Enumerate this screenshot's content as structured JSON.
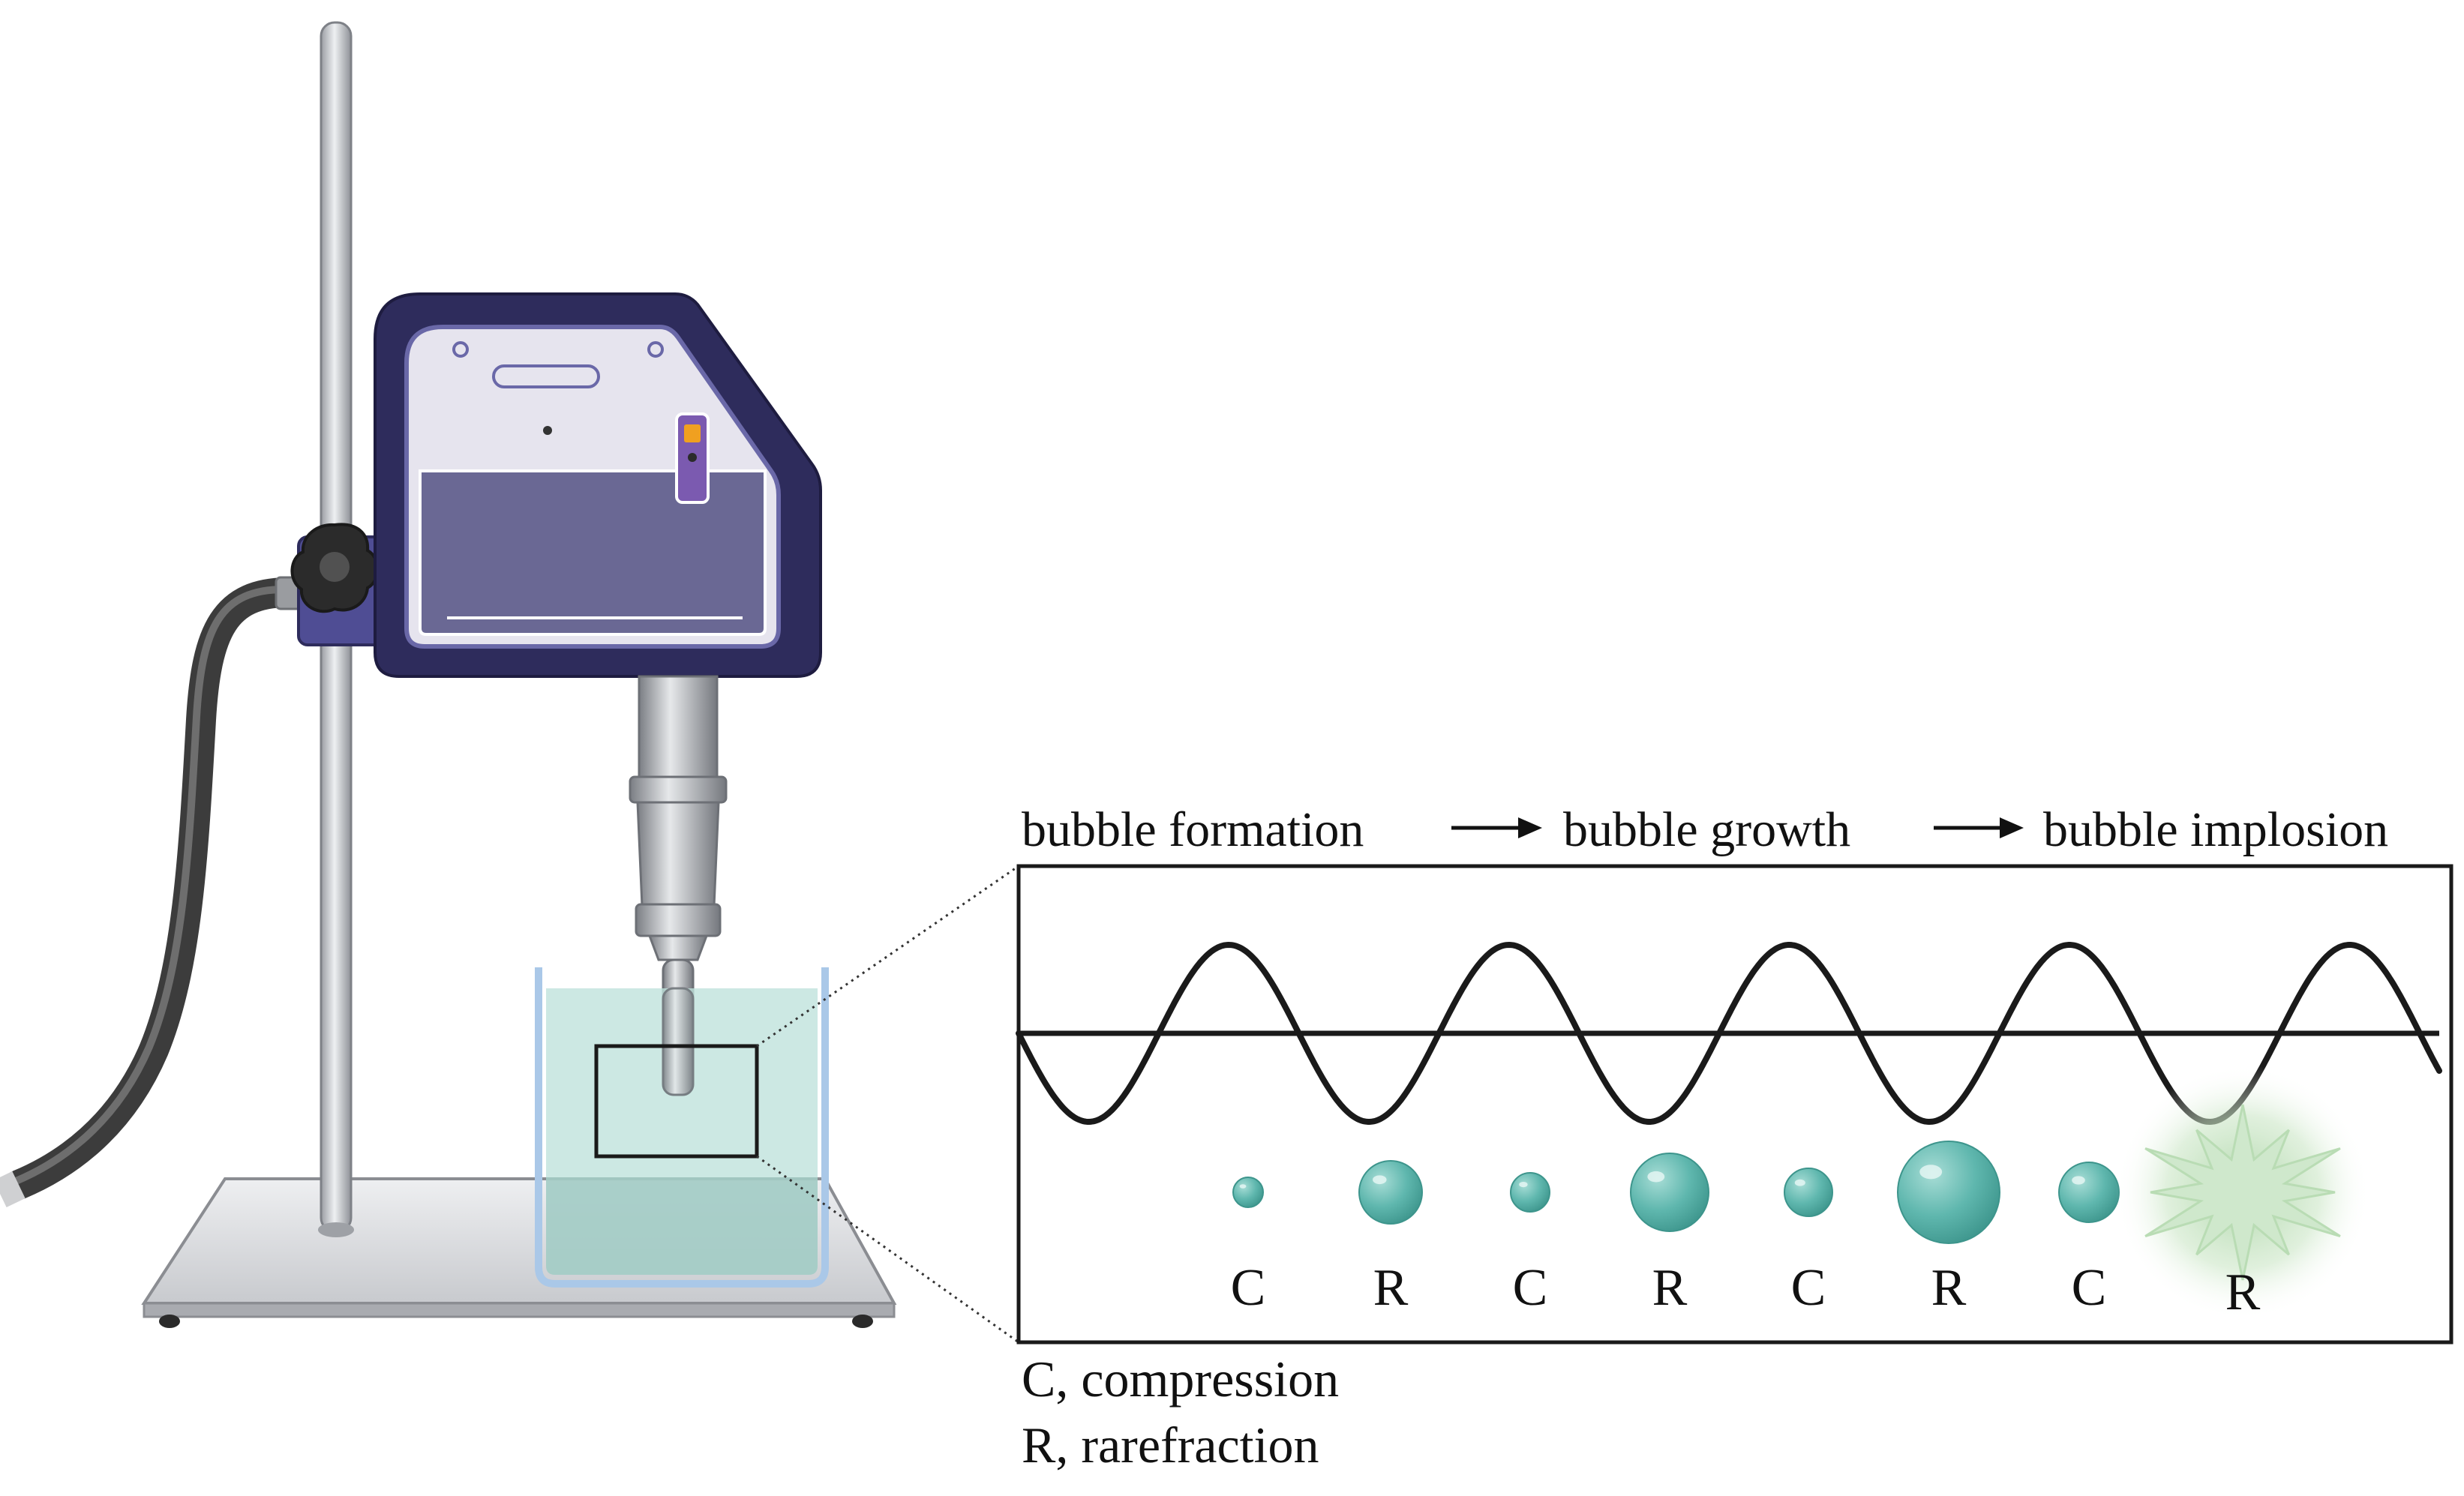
{
  "process": {
    "step1": "bubble formation",
    "step2": "bubble growth",
    "step3": "bubble implosion"
  },
  "phases": [
    {
      "label": "C",
      "bubble_size": 1
    },
    {
      "label": "R",
      "bubble_size": 2.1
    },
    {
      "label": "C",
      "bubble_size": 1.3
    },
    {
      "label": "R",
      "bubble_size": 2.6
    },
    {
      "label": "C",
      "bubble_size": 1.6
    },
    {
      "label": "R",
      "bubble_size": 3.4
    },
    {
      "label": "C",
      "bubble_size": 2.0
    },
    {
      "label": "R",
      "bubble_size": 0,
      "implosion": true
    }
  ],
  "legend": {
    "c": "C, compression",
    "r": "R, rarefraction"
  },
  "colors": {
    "device_frame": "#2e2c5c",
    "device_face": "#e6e4ee",
    "device_panel": "#6a6894",
    "clamp": "#4f4d94",
    "water": "#bfe2dc",
    "bubble": "#5fb7ae",
    "burst": "#cfe8cc",
    "wave": "#1a1a1a"
  },
  "icons": {
    "device": "ultrasonic-processor-icon",
    "stand": "lab-stand-icon",
    "beaker": "beaker-icon"
  }
}
